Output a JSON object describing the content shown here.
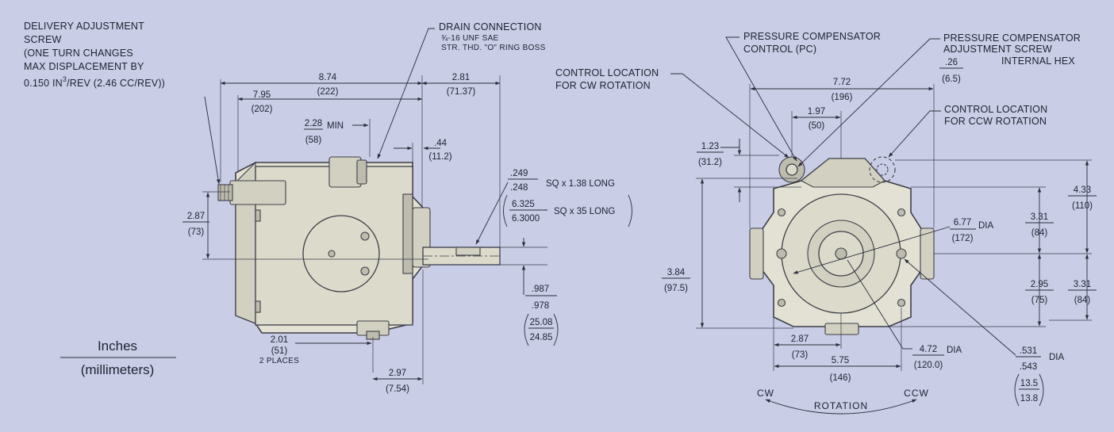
{
  "units": {
    "inches": "Inches",
    "millimeters": "(millimeters)"
  },
  "side_view": {
    "delivery_screw_label": [
      "DELIVERY ADJUSTMENT",
      "SCREW",
      "(ONE TURN CHANGES",
      "MAX DISPLACEMENT BY"
    ],
    "delivery_screw_value_a": "0.150 IN",
    "delivery_screw_value_sup": "3",
    "delivery_screw_value_b": "/REV (2.46 CC/REV))",
    "drain_label": "DRAIN CONNECTION",
    "drain_spec": [
      "¾-16 UNF SAE",
      "STR. THD. \"O\" RING BOSS"
    ],
    "dims": {
      "d874_in": "8.74",
      "d874_mm": "(222)",
      "d795_in": "7.95",
      "d795_mm": "(202)",
      "d281_in": "2.81",
      "d281_mm": "(71.37)",
      "d228_in": "2.28",
      "d228_tag": "MIN",
      "d228_mm": "(58)",
      "d44_in": ".44",
      "d44_mm": "(11.2)",
      "d287_in": "2.87",
      "d287_mm": "(73)",
      "d201_in": "2.01",
      "d201_mm": "(51)",
      "d201_note": "2 PLACES",
      "d297_in": "2.97",
      "d297_mm": "(7.54)"
    },
    "key_spec": {
      "top_a": ".249",
      "top_b": ".248",
      "top_note": "SQ x 1.38 LONG",
      "bot_a": "6.325",
      "bot_b": "6.3000",
      "bot_note": "SQ x 35 LONG"
    },
    "shaft_dia": {
      "in_a": ".987",
      "in_b": ".978",
      "mm_a": "25.08",
      "mm_b": "24.85"
    }
  },
  "front_view": {
    "cw_control_label": [
      "CONTROL LOCATION",
      "FOR CW ROTATION"
    ],
    "pc_label": [
      "PRESSURE COMPENSATOR",
      "CONTROL (PC)"
    ],
    "pc_screw_label": [
      "PRESSURE COMPENSATOR",
      "ADJUSTMENT SCREW"
    ],
    "internal_hex": "INTERNAL HEX",
    "ccw_control_label": [
      "CONTROL LOCATION",
      "FOR CCW ROTATION"
    ],
    "dims": {
      "d26_in": ".26",
      "d26_mm": "(6.5)",
      "d772_in": "7.72",
      "d772_mm": "(196)",
      "d197_in": "1.97",
      "d197_mm": "(50)",
      "d123_in": "1.23",
      "d123_mm": "(31.2)",
      "d433_in": "4.33",
      "d433_mm": "(110)",
      "d331a_in": "3.31",
      "d331a_mm": "(84)",
      "d677_in": "6.77",
      "d677_tag": "DIA",
      "d677_mm": "(172)",
      "d384_in": "3.84",
      "d384_mm": "(97.5)",
      "d295_in": "2.95",
      "d295_mm": "(75)",
      "d331b_in": "3.31",
      "d331b_mm": "(84)",
      "d287_in": "2.87",
      "d287_mm": "(73)",
      "d472_in": "4.72",
      "d472_tag": "DIA",
      "d472_mm": "(120.0)",
      "d575_in": "5.75",
      "d575_mm": "(146)"
    },
    "hole_dia": {
      "in_a": ".531",
      "in_b": ".543",
      "tag": "DIA",
      "mm_a": "13.5",
      "mm_b": "13.8"
    },
    "rotation": {
      "cw": "CW",
      "label": "ROTATION",
      "ccw": "CCW"
    }
  }
}
